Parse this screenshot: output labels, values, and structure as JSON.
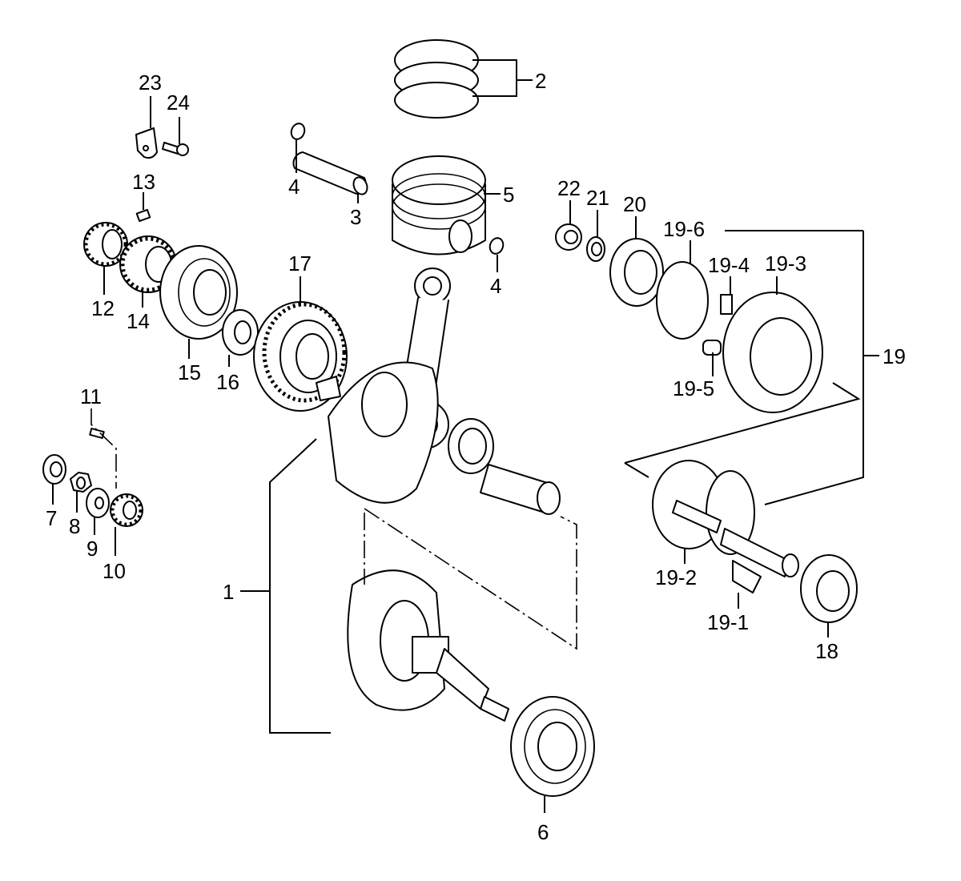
{
  "diagram": {
    "callouts": [
      {
        "id": "1",
        "label": "1"
      },
      {
        "id": "2",
        "label": "2"
      },
      {
        "id": "3",
        "label": "3"
      },
      {
        "id": "4a",
        "label": "4"
      },
      {
        "id": "4b",
        "label": "4"
      },
      {
        "id": "5",
        "label": "5"
      },
      {
        "id": "6",
        "label": "6"
      },
      {
        "id": "7",
        "label": "7"
      },
      {
        "id": "8",
        "label": "8"
      },
      {
        "id": "9",
        "label": "9"
      },
      {
        "id": "10",
        "label": "10"
      },
      {
        "id": "11",
        "label": "11"
      },
      {
        "id": "12",
        "label": "12"
      },
      {
        "id": "13",
        "label": "13"
      },
      {
        "id": "14",
        "label": "14"
      },
      {
        "id": "15",
        "label": "15"
      },
      {
        "id": "16",
        "label": "16"
      },
      {
        "id": "17",
        "label": "17"
      },
      {
        "id": "18",
        "label": "18"
      },
      {
        "id": "19",
        "label": "19"
      },
      {
        "id": "19-1",
        "label": "19-1"
      },
      {
        "id": "19-2",
        "label": "19-2"
      },
      {
        "id": "19-3",
        "label": "19-3"
      },
      {
        "id": "19-4",
        "label": "19-4"
      },
      {
        "id": "19-5",
        "label": "19-5"
      },
      {
        "id": "19-6",
        "label": "19-6"
      },
      {
        "id": "20",
        "label": "20"
      },
      {
        "id": "21",
        "label": "21"
      },
      {
        "id": "22",
        "label": "22"
      },
      {
        "id": "23",
        "label": "23"
      },
      {
        "id": "24",
        "label": "24"
      }
    ]
  }
}
